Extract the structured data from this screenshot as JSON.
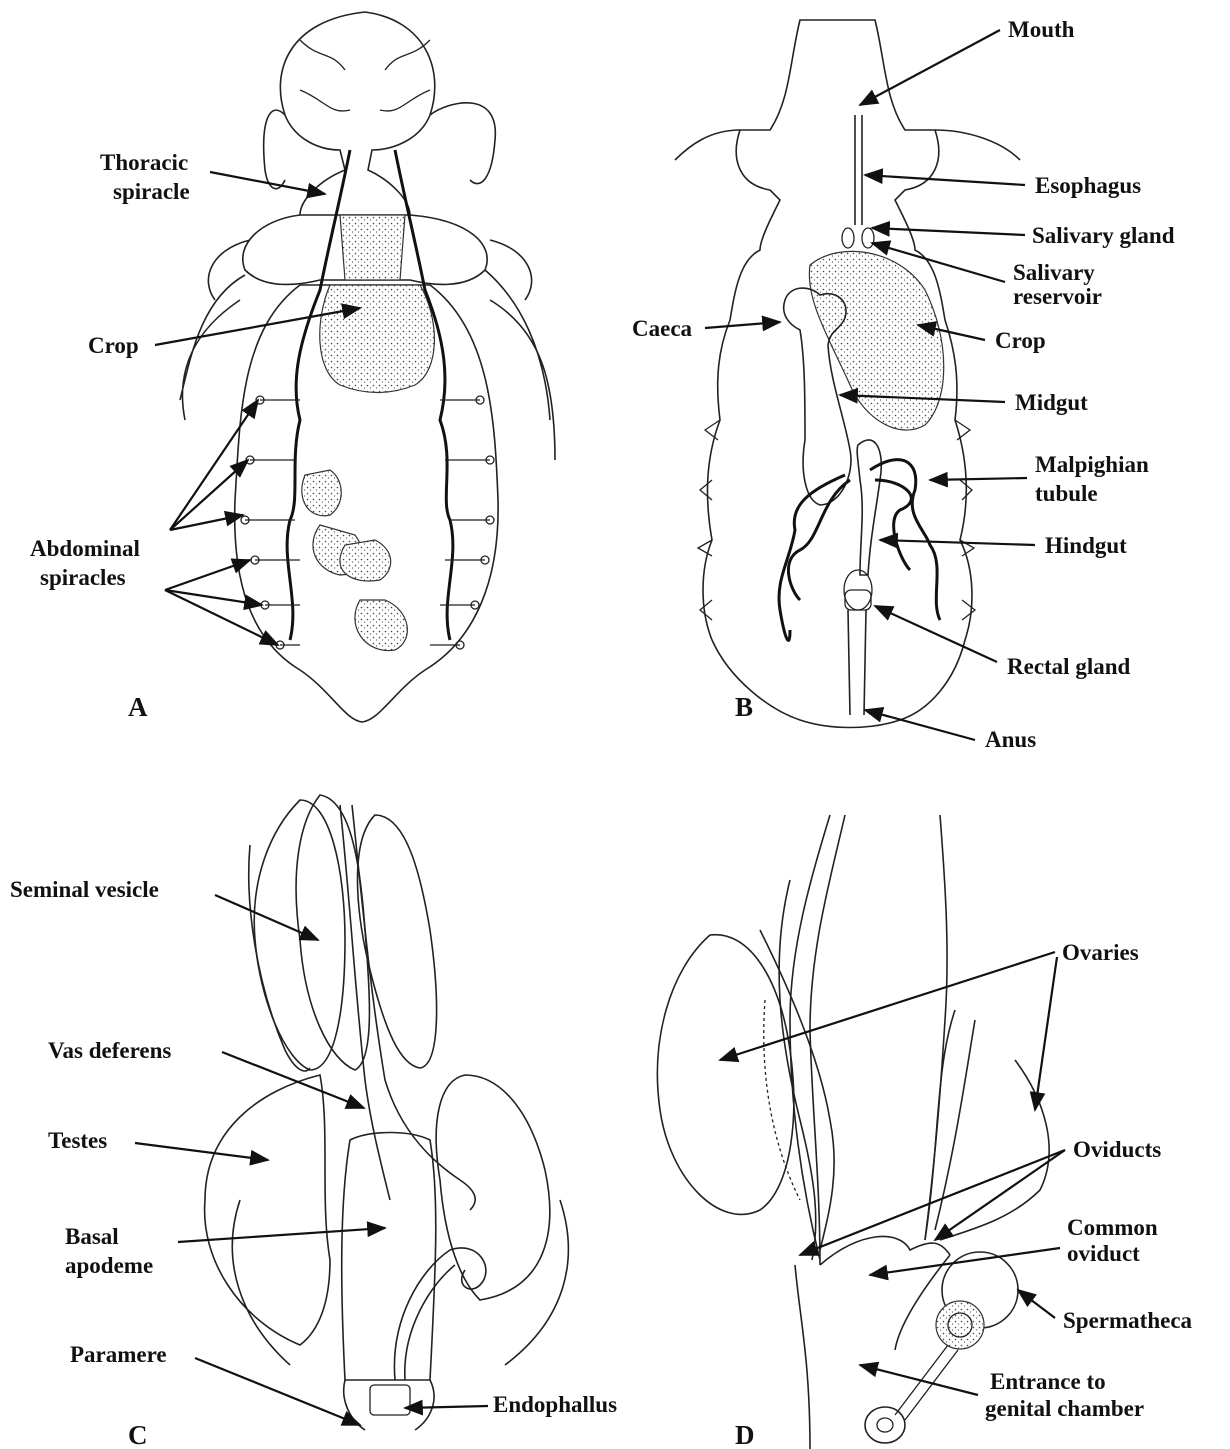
{
  "panels": {
    "a": {
      "letter": "A",
      "labels": {
        "thoracic_spiracle_1": "Thoracic",
        "thoracic_spiracle_2": "spiracle",
        "crop": "Crop",
        "abdominal_spiracles_1": "Abdominal",
        "abdominal_spiracles_2": "spiracles"
      }
    },
    "b": {
      "letter": "B",
      "labels": {
        "mouth": "Mouth",
        "esophagus": "Esophagus",
        "salivary_gland": "Salivary gland",
        "salivary_reservoir_1": "Salivary",
        "salivary_reservoir_2": "reservoir",
        "caeca": "Caeca",
        "crop": "Crop",
        "midgut": "Midgut",
        "malpighian_tubule_1": "Malpighian",
        "malpighian_tubule_2": "tubule",
        "hindgut": "Hindgut",
        "rectal_gland": "Rectal gland",
        "anus": "Anus"
      }
    },
    "c": {
      "letter": "C",
      "labels": {
        "seminal_vesicle": "Seminal vesicle",
        "vas_deferens": "Vas deferens",
        "testes": "Testes",
        "basal_apodeme_1": "Basal",
        "basal_apodeme_2": "apodeme",
        "paramere": "Paramere",
        "endophallus": "Endophallus"
      }
    },
    "d": {
      "letter": "D",
      "labels": {
        "ovaries": "Ovaries",
        "oviducts": "Oviducts",
        "common_oviduct_1": "Common",
        "common_oviduct_2": "oviduct",
        "spermatheca": "Spermatheca",
        "entrance_1": "Entrance to",
        "entrance_2": "genital chamber"
      }
    }
  }
}
